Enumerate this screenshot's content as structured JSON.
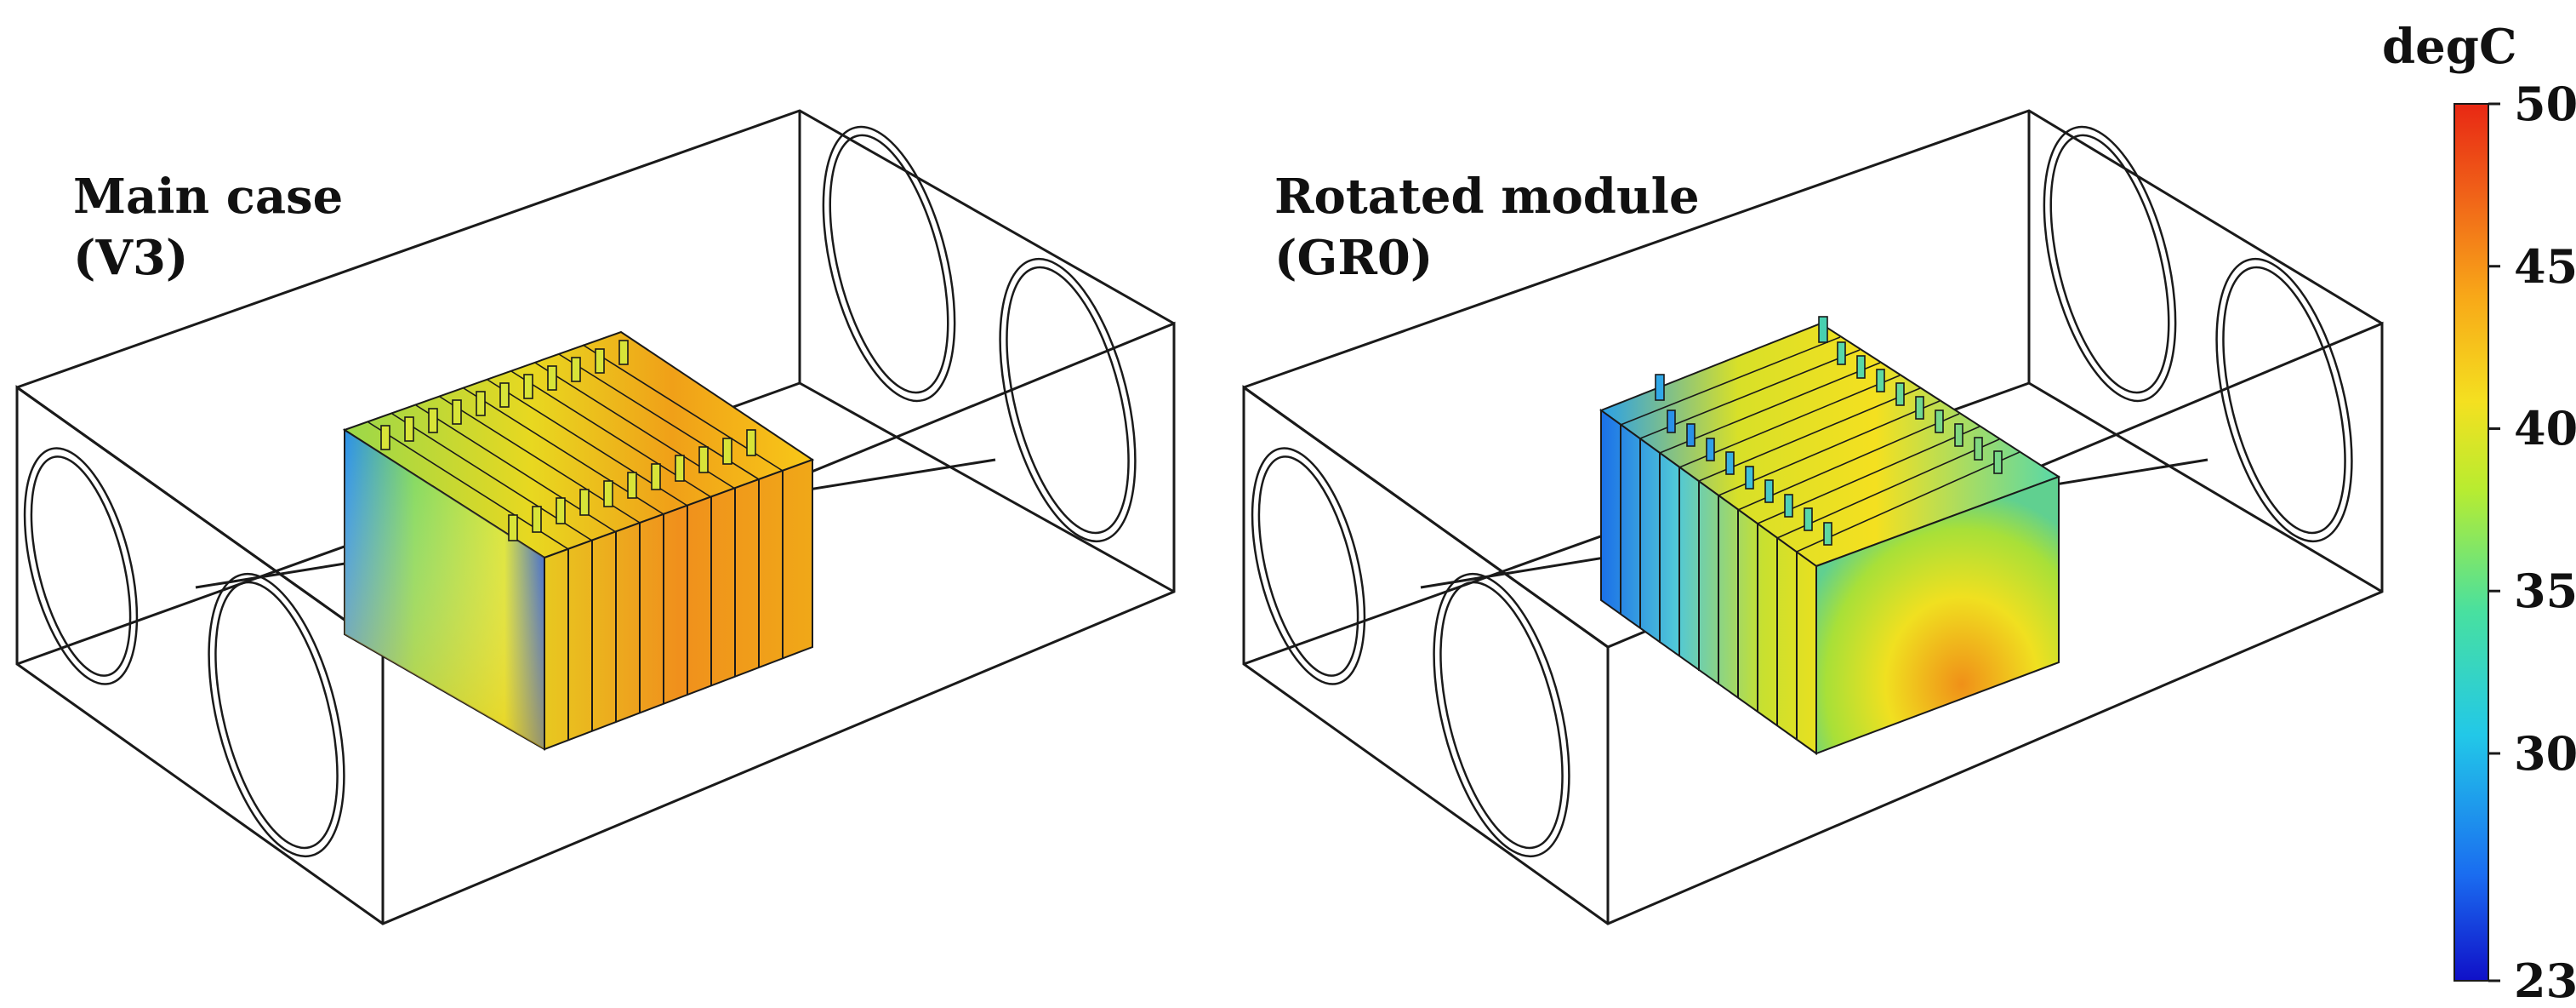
{
  "panels": [
    {
      "id": "left",
      "title_line1": "Main case",
      "title_line2": "(V3)"
    },
    {
      "id": "right",
      "title_line1": "Rotated module",
      "title_line2": "(GR0)"
    }
  ],
  "colorbar": {
    "unit": "degC",
    "min": 23,
    "max": 50,
    "ticks": [
      {
        "value": 50,
        "label": "50"
      },
      {
        "value": 45,
        "label": "45"
      },
      {
        "value": 40,
        "label": "40"
      },
      {
        "value": 35,
        "label": "35"
      },
      {
        "value": 30,
        "label": "30"
      },
      {
        "value": 23,
        "label": "23"
      }
    ],
    "colors": [
      "#1010c8",
      "#1a6cf0",
      "#22c8e8",
      "#48e0a0",
      "#b8ec30",
      "#f4e020",
      "#f8a818",
      "#f06018",
      "#e82814"
    ]
  }
}
